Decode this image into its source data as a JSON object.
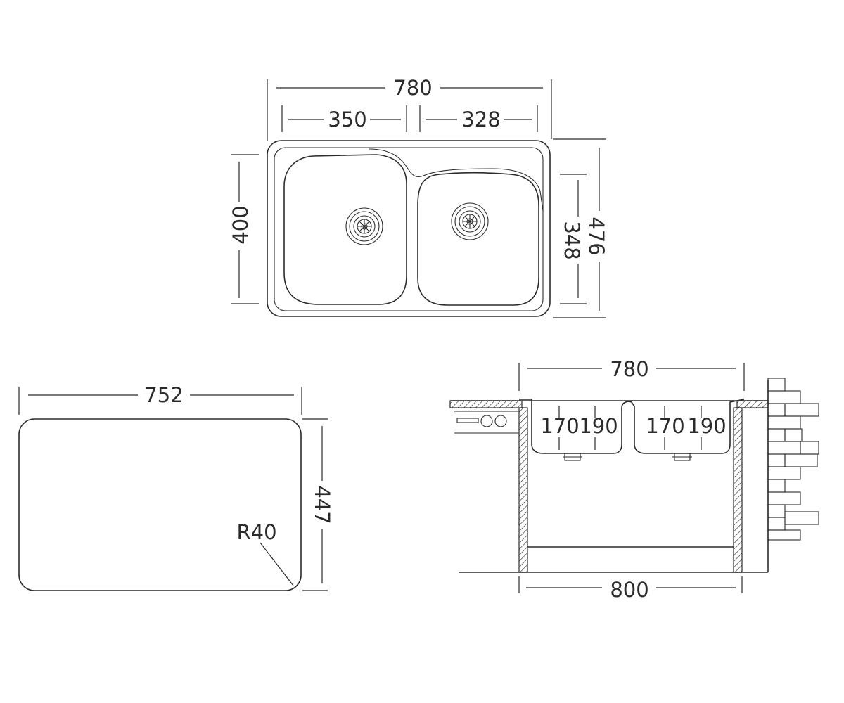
{
  "top_view": {
    "overall_width": "780",
    "left_bowl_width": "350",
    "right_bowl_width": "328",
    "left_bowl_depth": "400",
    "overall_depth": "476",
    "right_bowl_depth": "348"
  },
  "cutout_view": {
    "width": "752",
    "depth": "447",
    "corner_radius": "R40"
  },
  "side_view": {
    "sink_width": "780",
    "cabinet_width": "800",
    "left_bowl_depth_a": "170",
    "left_bowl_depth_b": "190",
    "right_bowl_depth_a": "170",
    "right_bowl_depth_b": "190"
  }
}
